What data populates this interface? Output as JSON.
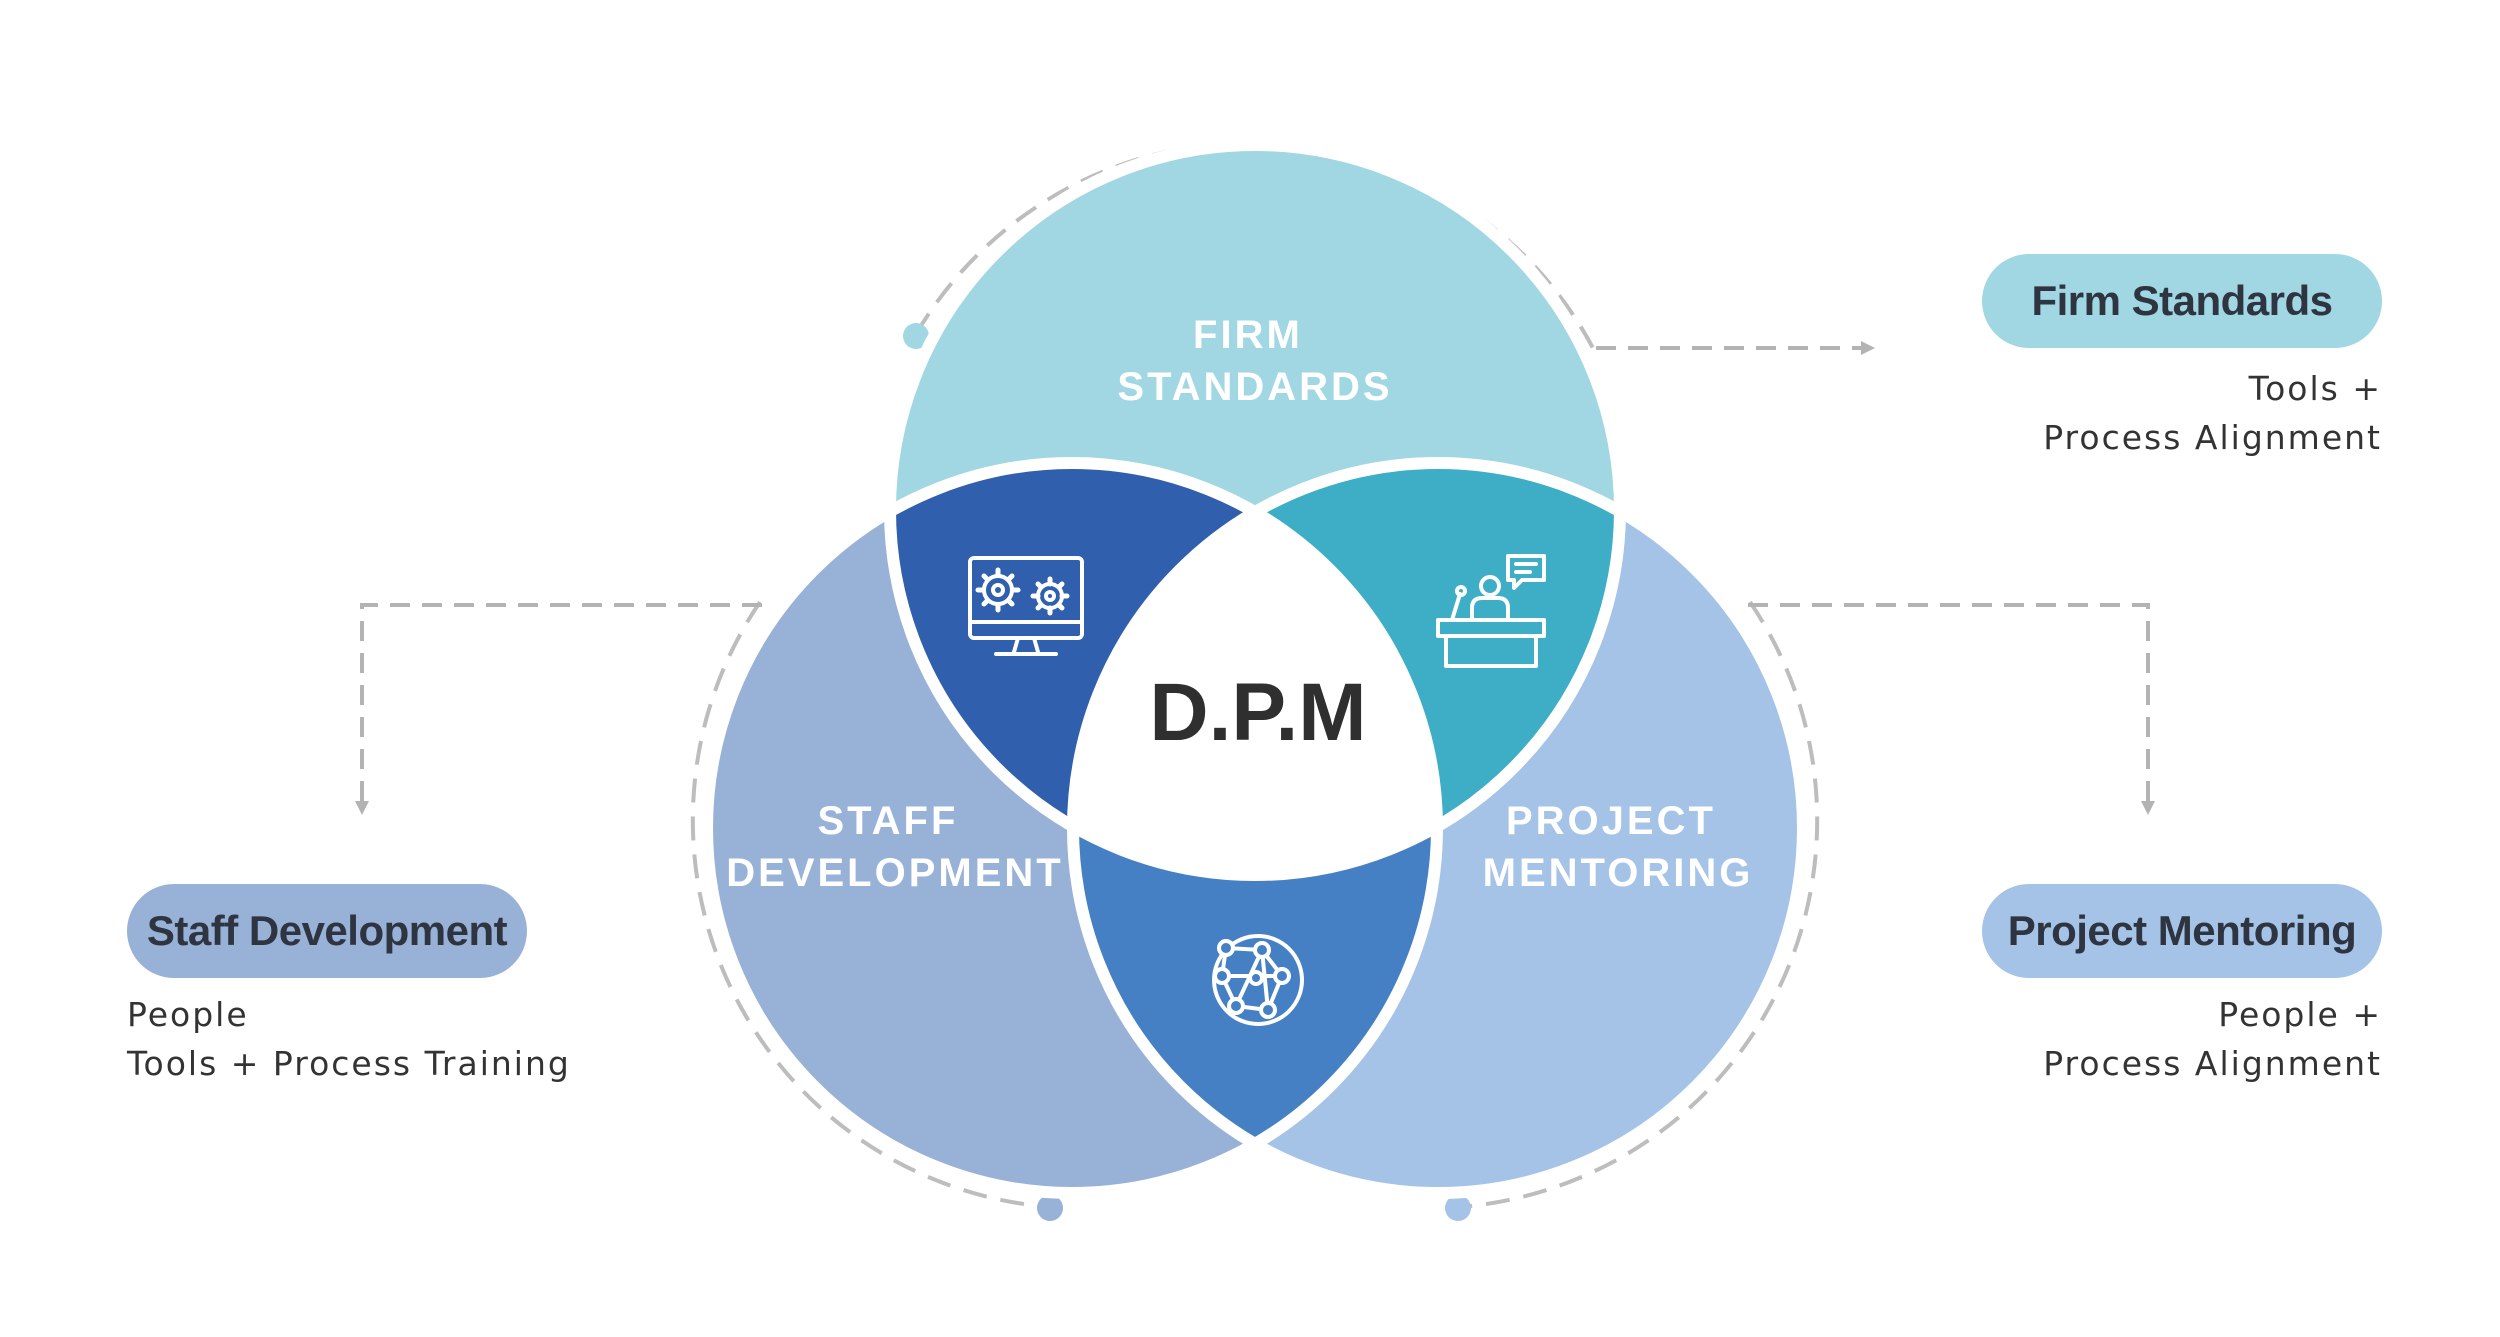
{
  "diagram": {
    "center": "D.P.M",
    "circles": {
      "top": {
        "line1": "FIRM",
        "line2": "STANDARDS"
      },
      "left": {
        "line1": "STAFF",
        "line2": "DEVELOPMENT"
      },
      "right": {
        "line1": "PROJECT",
        "line2": "MENTORING"
      }
    },
    "icons": {
      "top_left": "monitor-gears-icon",
      "top_right": "presenter-podium-icon",
      "bottom": "network-globe-icon"
    }
  },
  "callouts": {
    "firm_standards": {
      "title": "Firm Standards",
      "line1": "Tools +",
      "line2": "Process Alignment"
    },
    "staff_development": {
      "title": "Staff Development",
      "line1": "People",
      "line2": "Tools + Process Training"
    },
    "project_mentoring": {
      "title": "Project Mentoring",
      "line1": "People +",
      "line2": "Process Alignment"
    }
  },
  "colors": {
    "top_circle": "#a0d7e2",
    "left_circle": "#98b1d7",
    "right_circle": "#a4c3e6",
    "overlap_top_left": "#2f5fad",
    "overlap_top_right": "#3eadc6",
    "overlap_bottom": "#4580c4",
    "pill_firm": "#a0d7e2",
    "pill_staff": "#98b1d7",
    "pill_project": "#a4c3e6"
  }
}
